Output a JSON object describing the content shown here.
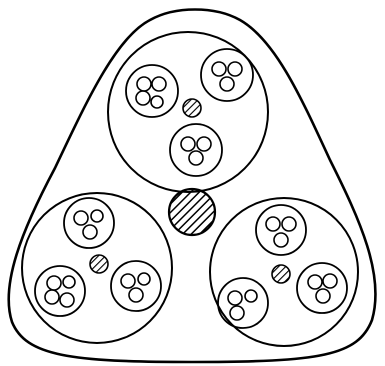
{
  "diagram": {
    "clusters": [
      {
        "id": "top",
        "core_id": "core-top",
        "subunits": 3,
        "microcircles": [
          4,
          3,
          3
        ]
      },
      {
        "id": "left",
        "core_id": "core-left",
        "subunits": 3,
        "microcircles": [
          3,
          4,
          3
        ]
      },
      {
        "id": "right",
        "core_id": "core-right",
        "subunits": 3,
        "microcircles": [
          3,
          3,
          3
        ]
      }
    ],
    "central_core": "hatched",
    "style": {
      "stroke": "#000000",
      "fill": "#ffffff"
    }
  }
}
